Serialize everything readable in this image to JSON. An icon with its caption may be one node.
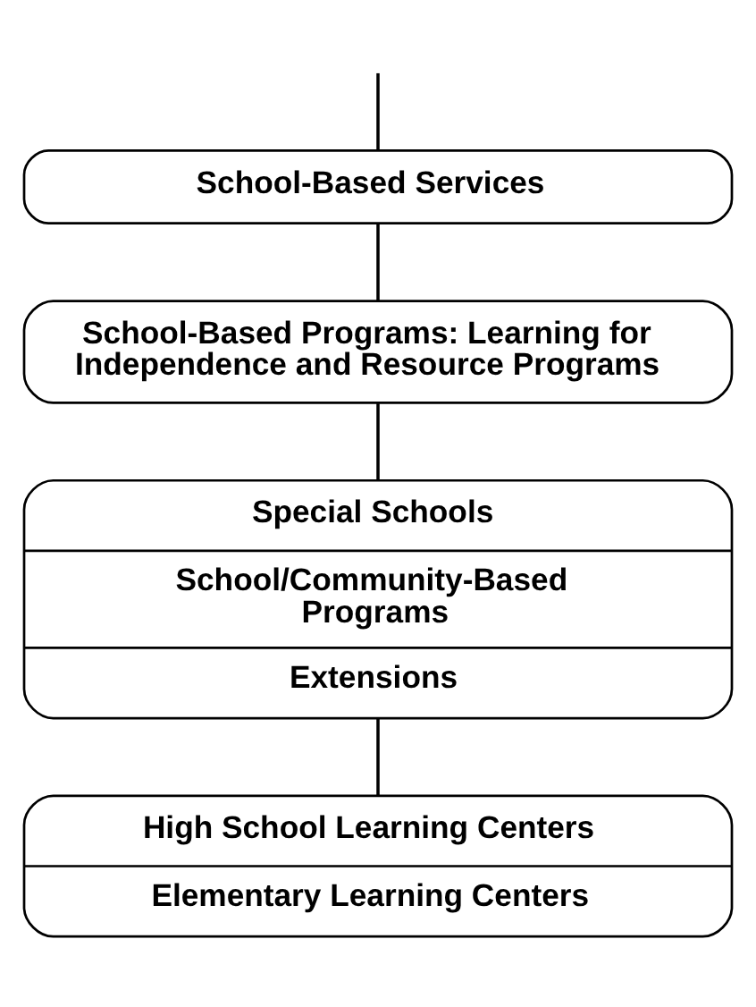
{
  "diagram": {
    "nodes": [
      {
        "text": [
          "School-Based Services"
        ]
      },
      {
        "text": [
          "School-Based Programs: Learning for Independence and Resource Programs"
        ]
      },
      {
        "text": [
          "Special Schools",
          "School/Community-Based Programs",
          "Extensions"
        ]
      },
      {
        "text": [
          "High School Learning Centers",
          "Elementary Learning Centers"
        ]
      }
    ],
    "edges": [
      {
        "from": null,
        "to": 0,
        "arrow": "none"
      },
      {
        "from": 0,
        "to": 1,
        "arrow": "none"
      },
      {
        "from": 1,
        "to": 2,
        "arrow": "none"
      },
      {
        "from": 2,
        "to": 3,
        "arrow": "none"
      }
    ]
  }
}
